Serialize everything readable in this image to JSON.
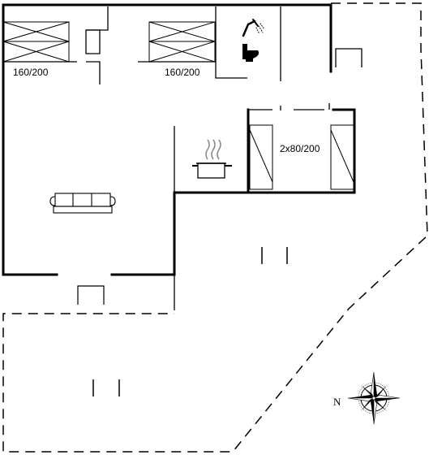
{
  "rooms": {
    "bedroom_1": {
      "bed_size": "160/200"
    },
    "bedroom_2": {
      "bed_size": "160/200"
    },
    "bedroom_3": {
      "bed_size": "2x80/200"
    }
  },
  "compass": {
    "north_label": "N"
  },
  "icons": [
    "bed-icon",
    "shower-icon",
    "toilet-icon",
    "cooking-pot-icon",
    "sofa-icon",
    "compass-rose-icon",
    "door-mat-icon"
  ]
}
